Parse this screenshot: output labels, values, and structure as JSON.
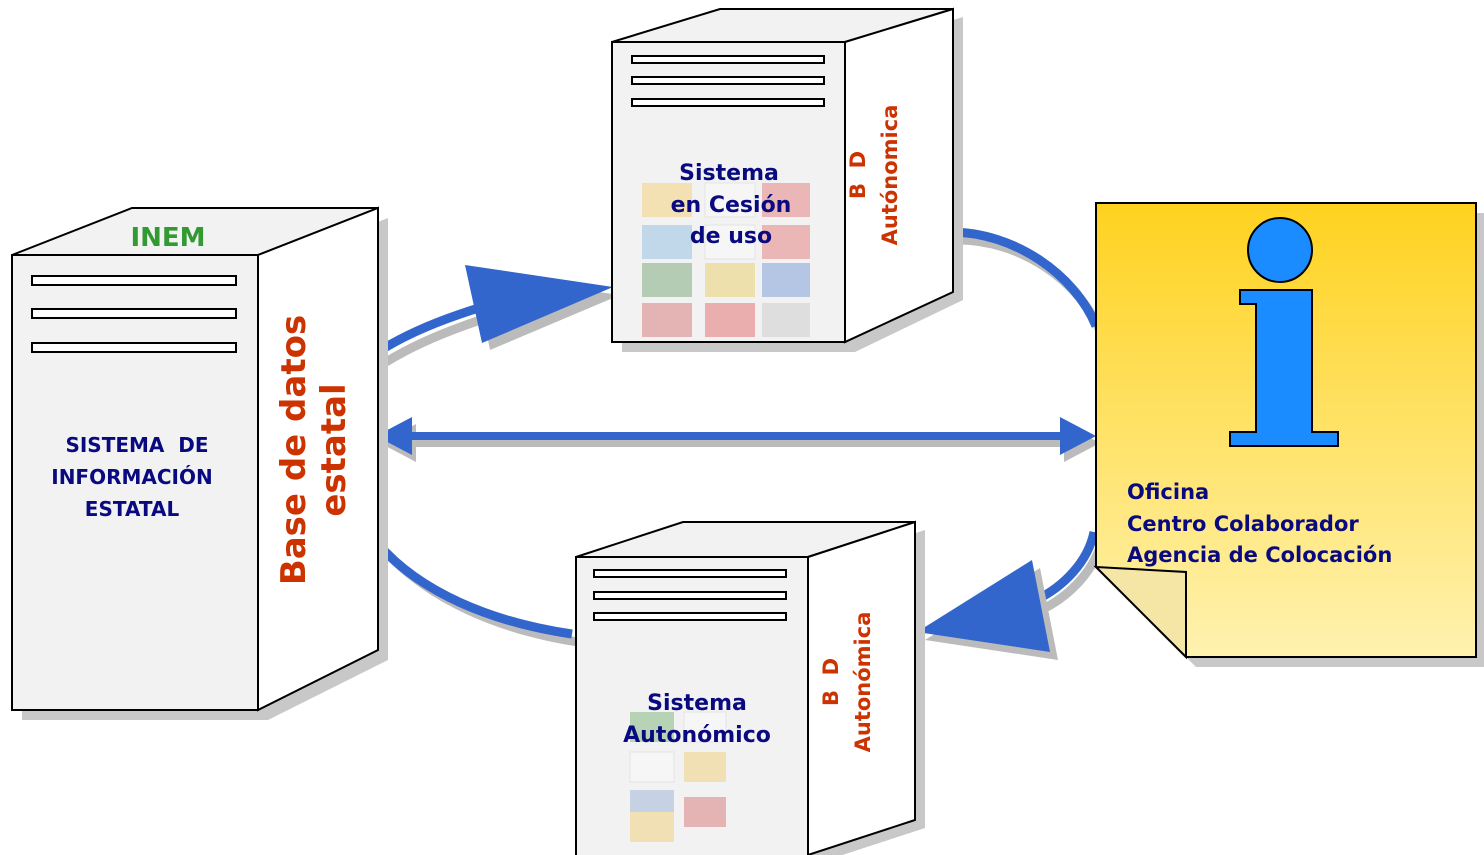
{
  "colors": {
    "arrow": "#3366cc",
    "server_face": "#f2f2f2",
    "server_side": "#ffffff",
    "outline": "#000000",
    "navy_text": "#0a0a80",
    "red_text": "#cc3300",
    "green_text": "#339933",
    "note_top": "#ffd21f",
    "note_bottom": "#fff2b0",
    "info_icon": "#1a8cff"
  },
  "state_server": {
    "header": "INEM",
    "title_lines": [
      "SISTEMA  DE",
      "INFORMACIÓN",
      "ESTATAL"
    ],
    "side_lines": [
      "Base de datos",
      "estatal"
    ]
  },
  "cession_server": {
    "title_lines": [
      "Sistema",
      "en Cesión",
      "de uso"
    ],
    "side_lines": [
      "B  D",
      "Autónomica"
    ]
  },
  "autonomic_server": {
    "title_lines": [
      "Sistema",
      "Autonómico"
    ],
    "side_lines": [
      "B  D",
      "Autonómica"
    ]
  },
  "office_note": {
    "icon": "info-i-icon",
    "lines": [
      "Oficina",
      "Centro Colaborador",
      "Agencia de Colocación"
    ]
  }
}
